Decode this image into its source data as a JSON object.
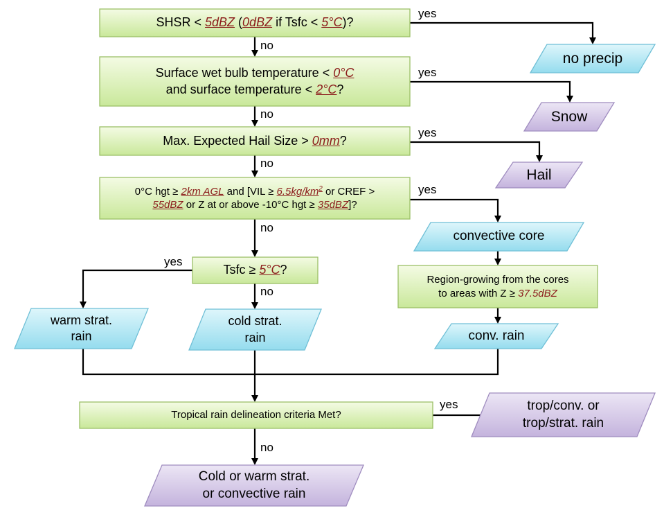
{
  "decisions": {
    "d1": {
      "pre": "SHSR < ",
      "v1": "5dBZ",
      "mid1": " (",
      "v2": "0dBZ",
      "mid2": " if Tsfc < ",
      "v3": "5°C",
      "post": ")?"
    },
    "d2": {
      "l1_pre": "Surface wet bulb temperature < ",
      "l1_v": "0°C",
      "l2_pre": "and surface temperature < ",
      "l2_v": "2°C",
      "l2_post": "?"
    },
    "d3": {
      "pre": "Max. Expected Hail Size > ",
      "v": "0mm",
      "post": "?"
    },
    "d4": {
      "l1_a": "0°C hgt ≥ ",
      "l1_v1": "2km AGL",
      "l1_b": " and [VIL ≥ ",
      "l1_v2": "6.5kg/km",
      "l1_sup": "2",
      "l1_c": " or CREF >",
      "l2_v1": "55dBZ",
      "l2_a": " or Z at or above -10°C hgt ≥ ",
      "l2_v2": "35dBZ",
      "l2_b": "]?"
    },
    "d5": {
      "pre": "Tsfc ≥ ",
      "v": "5°C",
      "post": "?"
    },
    "d6": {
      "text": "Tropical rain delineation criteria Met?"
    }
  },
  "process": {
    "region": {
      "l1": "Region-growing from the cores",
      "l2_pre": "to areas with Z ≥ ",
      "l2_v": "37.5dBZ"
    }
  },
  "outputs": {
    "no_precip": "no precip",
    "snow": "Snow",
    "hail": "Hail",
    "convective_core": "convective core",
    "warm_strat_l1": "warm strat.",
    "warm_strat_l2": "rain",
    "cold_strat_l1": "cold strat.",
    "cold_strat_l2": "rain",
    "conv_rain": "conv. rain",
    "trop_l1": "trop/conv. or",
    "trop_l2": "trop/strat. rain",
    "final_l1": "Cold or warm strat.",
    "final_l2": "or convective rain"
  },
  "edge_labels": {
    "yes": "yes",
    "no": "no"
  },
  "colors": {
    "decision_fill_top": "#f4fbe4",
    "decision_fill_bottom": "#c9e89a",
    "decision_stroke": "#9bbf67",
    "blue_fill_top": "#def6fb",
    "blue_fill_bottom": "#95dcee",
    "blue_stroke": "#6fbfd6",
    "purple_fill_top": "#ece6f5",
    "purple_fill_bottom": "#c4b3dd",
    "purple_stroke": "#9f8cbf",
    "highlight_text": "#8b1a1a",
    "arrow": "#000000"
  }
}
